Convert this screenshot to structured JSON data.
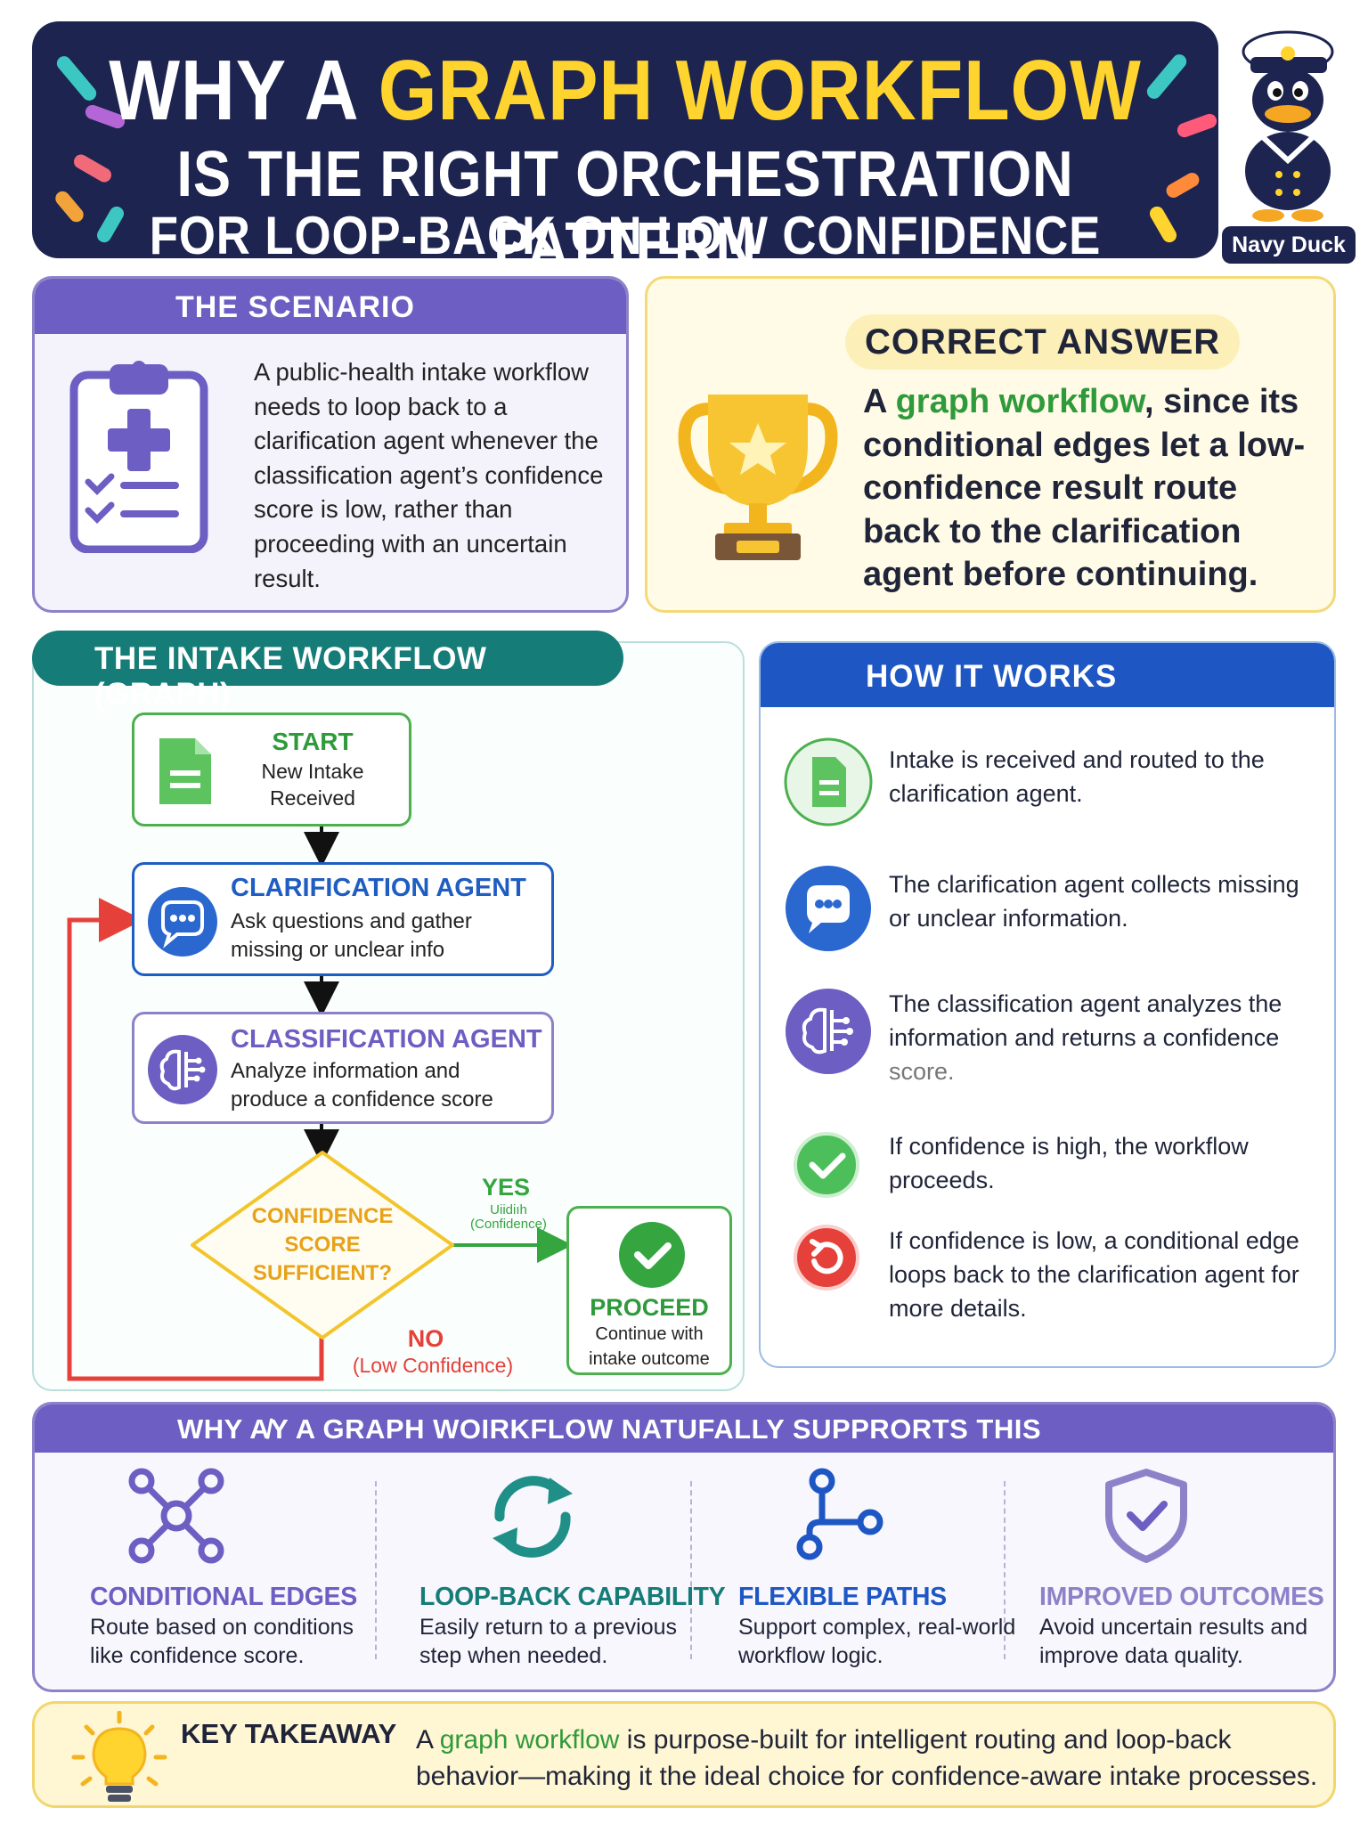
{
  "header": {
    "line1_prefix": "WHY A ",
    "line1_accent": "GRAPH WORKFLOW",
    "line2": "IS THE RIGHT ORCHESTRATION PATTERN",
    "line3": "FOR LOOP-BACK ON LOW CONFIDENCE",
    "mascot_label": "Navy Duck",
    "colors": {
      "background": "#1d2450",
      "accent": "#ffd42e"
    }
  },
  "scenario": {
    "title": "THE SCENARIO",
    "text": "A public-health intake workflow needs to loop back to a clarification agent whenever the classification agent’s confidence score is low, rather than proceeding with an uncertain result.",
    "icon": "clipboard-medical-icon"
  },
  "answer": {
    "title": "CORRECT ANSWER",
    "text_prefix": "A ",
    "text_highlight": "graph workflow",
    "text_rest": ", since its conditional edges let a low-confidence result route back to the clarification agent before continuing.",
    "icon": "trophy-icon"
  },
  "workflow": {
    "title": "THE INTAKE WORKFLOW (GRAPH)",
    "start": {
      "title": "START",
      "line1": "New Intake",
      "line2": "Received"
    },
    "clarification": {
      "title": "CLARIFICATION AGENT",
      "line1": "Ask questions and gather",
      "line2": "missing or unclear info"
    },
    "classification": {
      "title": "CLASSIFICATION AGENT",
      "line1": "Analyze information and",
      "line2": "produce a confidence score"
    },
    "decision": {
      "line1": "CONFIDENCE",
      "line2": "SCORE",
      "line3": "SUFFICIENT?"
    },
    "yes": {
      "label": "YES",
      "sub1": "Uiidiıh",
      "sub2": "(Confidence)"
    },
    "no": {
      "label": "NO",
      "sub": "(Low Confidence)"
    },
    "proceed": {
      "title": "PROCEED",
      "line1": "Continue with",
      "line2": "intake outcome"
    }
  },
  "how": {
    "title": "HOW IT WORKS",
    "steps": [
      {
        "icon": "document-icon",
        "text": "Intake is received and routed to the clarification agent."
      },
      {
        "icon": "chat-bubble-icon",
        "text": "The clarification agent collects missing or unclear information."
      },
      {
        "icon": "brain-icon",
        "text": "The classification agent analyzes the information and returns a confidence",
        "text_tail": "score."
      },
      {
        "icon": "check-circle-icon",
        "text": "If confidence is high, the workflow proceeds."
      },
      {
        "icon": "loop-back-icon",
        "text": "If confidence is low, a conditional edge loops back to the clarification agent for more details."
      }
    ]
  },
  "why": {
    "title": "WHY A̸Y A GRAPH WOIRKFLOW NATUFALLY SUPPRORTS THIS",
    "items": [
      {
        "icon": "network-nodes-icon",
        "title": "CONDITIONAL EDGES",
        "desc": "Route based on conditions like confidence score."
      },
      {
        "icon": "refresh-cycle-icon",
        "title": "LOOP-BACK CAPABILITY",
        "desc": "Easily return to a previous step when needed."
      },
      {
        "icon": "branch-path-icon",
        "title": "FLEXIBLE PATHS",
        "desc": "Support complex, real-world workflow logic."
      },
      {
        "icon": "shield-check-icon",
        "title": "IMPROVED OUTCOMES",
        "desc": "Avoid uncertain results and improve data quality."
      }
    ]
  },
  "takeaway": {
    "title": "KEY TAKEAWAY",
    "text_prefix": "A ",
    "text_highlight": "graph workflow",
    "text_rest": " is purpose-built for intelligent routing and loop-back behavior—making it the ideal choice for confidence-aware intake processes.",
    "icon": "lightbulb-icon"
  }
}
